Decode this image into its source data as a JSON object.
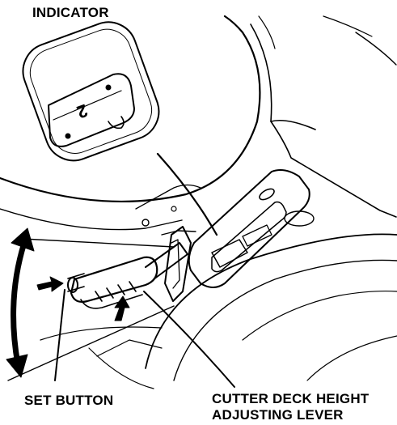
{
  "labels": {
    "indicator": "INDICATOR",
    "set_button": "SET BUTTON",
    "cutter_line1": "CUTTER DECK HEIGHT",
    "cutter_line2": "ADJUSTING LEVER"
  },
  "indicator_window": {
    "digit": "2"
  },
  "colors": {
    "ink": "#000000",
    "paper": "#ffffff"
  }
}
